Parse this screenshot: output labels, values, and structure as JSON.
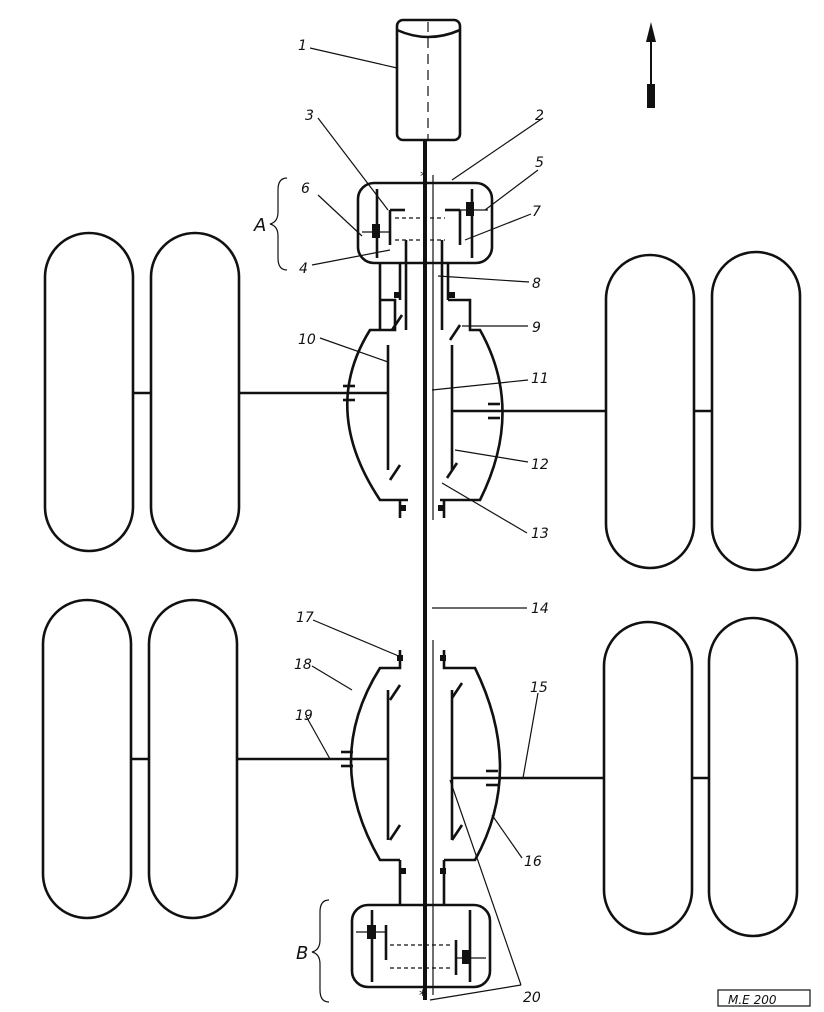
{
  "diagram": {
    "callout_numbers": [
      "1",
      "2",
      "3",
      "4",
      "5",
      "6",
      "7",
      "8",
      "9",
      "10",
      "11",
      "12",
      "13",
      "14",
      "15",
      "16",
      "17",
      "18",
      "19",
      "20"
    ],
    "group_labels": {
      "front": "A",
      "rear": "B"
    },
    "drawing_code": "M.E 200",
    "direction_arrow_icon": "arrow-up-icon"
  }
}
